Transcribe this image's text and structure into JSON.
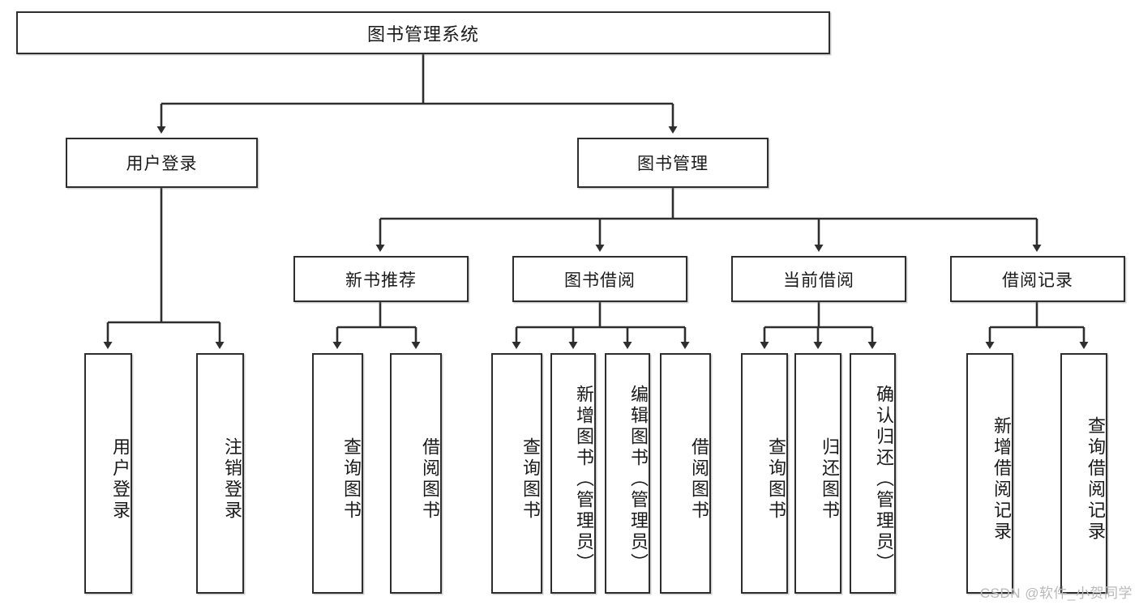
{
  "diagram": {
    "title": "图书管理系统",
    "type": "hierarchy-tree",
    "root": {
      "label": "图书管理系统"
    },
    "level2": [
      {
        "id": "user-login",
        "label": "用户登录"
      },
      {
        "id": "book-management",
        "label": "图书管理"
      }
    ],
    "level3": [
      {
        "id": "new-book-recommend",
        "label": "新书推荐",
        "parent": "book-management"
      },
      {
        "id": "book-borrow",
        "label": "图书借阅",
        "parent": "book-management"
      },
      {
        "id": "current-borrow",
        "label": "当前借阅",
        "parent": "book-management"
      },
      {
        "id": "borrow-record",
        "label": "借阅记录",
        "parent": "book-management"
      }
    ],
    "leaves": [
      {
        "id": "leaf-user-login",
        "label": "用户登录",
        "parent": "user-login"
      },
      {
        "id": "leaf-user-logout",
        "label": "注销登录",
        "parent": "user-login"
      },
      {
        "id": "leaf-query-book-1",
        "label": "查询图书",
        "parent": "new-book-recommend"
      },
      {
        "id": "leaf-borrow-book-1",
        "label": "借阅图书",
        "parent": "new-book-recommend"
      },
      {
        "id": "leaf-query-book-2",
        "label": "查询图书",
        "parent": "book-borrow"
      },
      {
        "id": "leaf-add-book",
        "label": "新增图书（管理员）",
        "parent": "book-borrow"
      },
      {
        "id": "leaf-edit-book",
        "label": "编辑图书（管理员）",
        "parent": "book-borrow"
      },
      {
        "id": "leaf-borrow-book-2",
        "label": "借阅图书",
        "parent": "book-borrow"
      },
      {
        "id": "leaf-query-book-3",
        "label": "查询图书",
        "parent": "current-borrow"
      },
      {
        "id": "leaf-return-book",
        "label": "归还图书",
        "parent": "current-borrow"
      },
      {
        "id": "leaf-confirm-return",
        "label": "确认归还（管理员）",
        "parent": "current-borrow"
      },
      {
        "id": "leaf-add-record",
        "label": "新增借阅记录",
        "parent": "borrow-record"
      },
      {
        "id": "leaf-query-record",
        "label": "查询借阅记录",
        "parent": "borrow-record"
      }
    ],
    "watermark": "CSDN @软件_小贺同学",
    "colors": {
      "stroke": "#2e2e2e",
      "background": "#ffffff",
      "text": "#1a1a1a",
      "watermark": "#b9b9b9"
    }
  }
}
